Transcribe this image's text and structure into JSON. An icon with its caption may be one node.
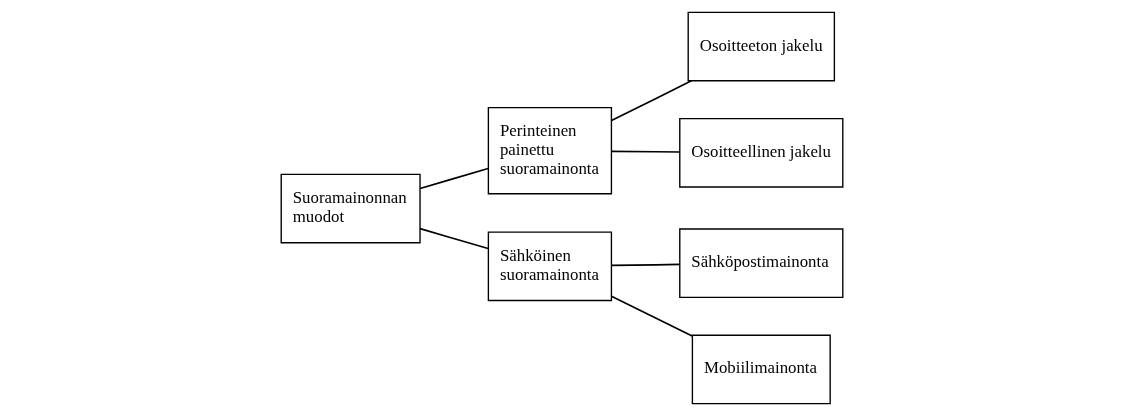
{
  "diagram": {
    "nodes": [
      {
        "text": [
          "Suoramainonnan muodot"
        ]
      },
      {
        "text": [
          "Perinteinen painettu suoramainonta"
        ]
      },
      {
        "text": [
          "Sähköinen suoramainonta"
        ]
      },
      {
        "text": [
          "Osoitteeton jakelu"
        ]
      },
      {
        "text": [
          "Osoitteellinen jakelu"
        ]
      },
      {
        "text": [
          "Sähköpostimainonta"
        ]
      },
      {
        "text": [
          "Mobiilimainonta"
        ]
      }
    ],
    "edges": [
      {
        "from": 0,
        "to": 1,
        "arrow": "none"
      },
      {
        "from": 0,
        "to": 2,
        "arrow": "none"
      },
      {
        "from": 1,
        "to": 3,
        "arrow": "none"
      },
      {
        "from": 1,
        "to": 4,
        "arrow": "none"
      },
      {
        "from": 2,
        "to": 5,
        "arrow": "none"
      },
      {
        "from": 2,
        "to": 6,
        "arrow": "none"
      }
    ]
  }
}
